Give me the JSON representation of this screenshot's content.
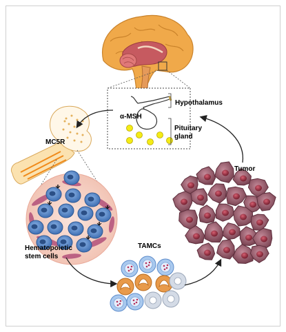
{
  "labels": {
    "hypothalamus": "Hypothalamus",
    "alpha_msh": "α-MSH",
    "pituitary_line1": "Pituitary",
    "pituitary_line2": "gland",
    "mc5r": "MC5R",
    "tumor": "Tumor",
    "hsc_line1": "Hematopoietic",
    "hsc_line2": "stem cells",
    "tamcs": "TAMCs"
  },
  "colors": {
    "brain_cortex": "#f0a94a",
    "brain_inner": "#c65a60",
    "tumor_cell": "#8a4f5c",
    "hsc_cell": "#4d7fc2",
    "niche_bg": "#f6d2c6",
    "bone_marrow": "#f6a72a",
    "pituitary_granule": "#f4ec16"
  }
}
